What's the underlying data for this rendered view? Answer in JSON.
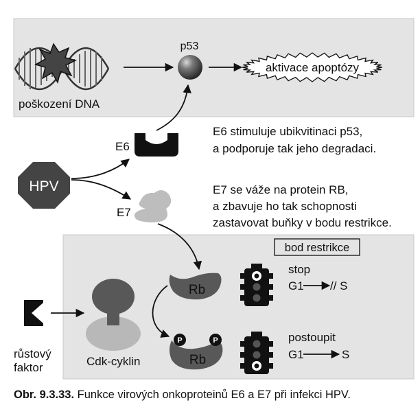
{
  "labels": {
    "dna_damage": "poškození DNA",
    "p53": "p53",
    "apoptosis": "aktivace apoptózy",
    "e6": "E6",
    "e6_text_1": "E6 stimuluje ubikvitinaci p53,",
    "e6_text_2": "a podporuje tak jeho degradaci.",
    "hpv": "HPV",
    "e7": "E7",
    "e7_text_1": "E7 se váže na protein RB,",
    "e7_text_2": "a zbavuje ho tak schopnosti",
    "e7_text_3": "zastavovat buňky v bodu restrikce.",
    "restriction_point": "bod restrikce",
    "rb": "Rb",
    "rb_phospho": "Rb",
    "phospho_p": "P",
    "stop": "stop",
    "stop_g1": "G1",
    "stop_s": "// S",
    "proceed": "postoupit",
    "proceed_g1": "G1",
    "proceed_s": "S",
    "growth_factor_1": "růstový",
    "growth_factor_2": "faktor",
    "cdk_cyclin": "Cdk-cyklin"
  },
  "caption": {
    "number": "Obr. 9.3.33.",
    "text": "Funkce virových onkoproteinů E6 a E7 při infekci HPV."
  },
  "colors": {
    "panel": "#e4e4e4",
    "panel_border": "#c0c0c0",
    "dark_protein": "#555555",
    "light_protein": "#b8b8b8",
    "black": "#111111"
  }
}
